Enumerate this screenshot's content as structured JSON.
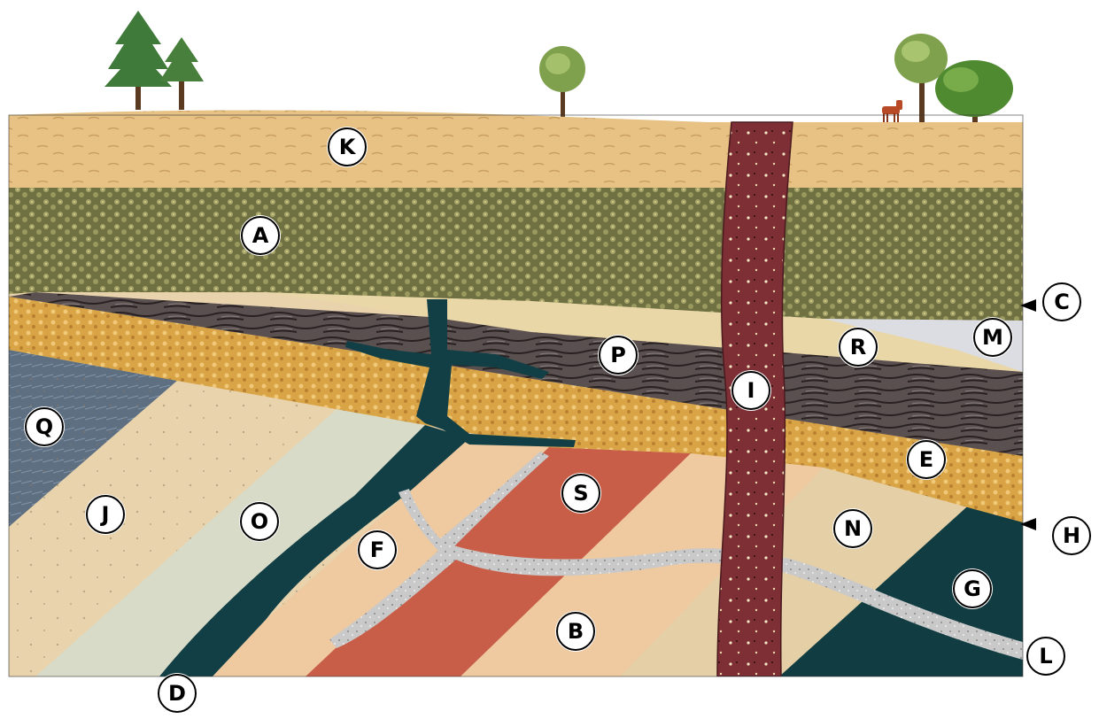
{
  "colors": {
    "sky": "#ffffff",
    "layer_k": "#e7c284",
    "layer_a": "#7d7d49",
    "layer_p": "#4f4646",
    "layer_e": "#d6a24a",
    "layer_r": "#e9d7a8",
    "layer_m": "#dcdde2",
    "layer_q": "#5e6f82",
    "layer_j": "#e8d3ac",
    "layer_o": "#d8dbc8",
    "layer_d": "#123f45",
    "layer_b": "#efc9a0",
    "layer_s": "#c95e48",
    "layer_n": "#e5cfa6",
    "layer_g": "#103c42",
    "dike_i": "#7d2f35",
    "vein_l": "#c9c9c9"
  },
  "labels": {
    "k": "K",
    "a": "A",
    "c": "C",
    "m": "M",
    "r": "R",
    "p": "P",
    "i": "I",
    "q": "Q",
    "e": "E",
    "j": "J",
    "o": "O",
    "f": "F",
    "s": "S",
    "n": "N",
    "h": "H",
    "g": "G",
    "b": "B",
    "l": "L",
    "d": "D"
  },
  "icons": {
    "trees": "tree-icon",
    "horse": "horse-icon"
  }
}
